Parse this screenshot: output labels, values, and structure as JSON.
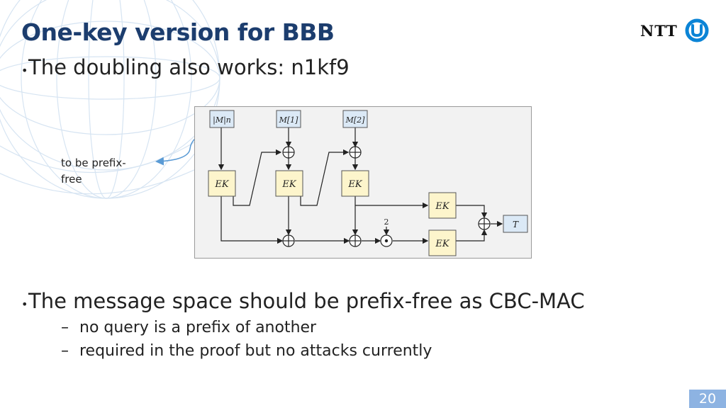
{
  "slide": {
    "title": "One-key version for BBB",
    "page_number": "20"
  },
  "logo": {
    "text": "NTT"
  },
  "bullets": [
    {
      "marker": "•",
      "text": "The doubling also works: n1kf9"
    },
    {
      "marker": "•",
      "text": "The message space should be prefix-free as CBC-MAC"
    }
  ],
  "sub_bullets": [
    {
      "marker": "–",
      "text": "no query is a prefix of another"
    },
    {
      "marker": "–",
      "text": "required in the proof but no attacks currently"
    }
  ],
  "annotation": {
    "text": "to be prefix-free"
  },
  "diagram": {
    "inputs": [
      "|M|n",
      "M[1]",
      "M[2]"
    ],
    "blocks": [
      "EK",
      "EK",
      "EK",
      "EK",
      "EK"
    ],
    "constant": "2",
    "output": "T",
    "colors": {
      "input_fill": "#dbe9f6",
      "block_fill": "#fdf5cc",
      "frame_fill": "#f2f2f2"
    }
  }
}
